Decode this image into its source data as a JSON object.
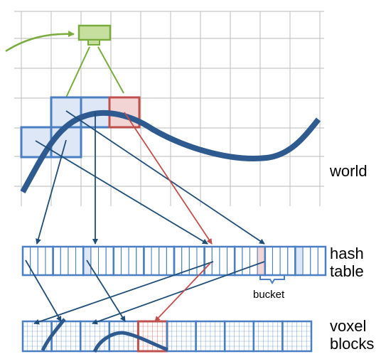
{
  "labels": {
    "world": "world",
    "hash_table": "hash\ntable",
    "bucket": "bucket",
    "voxel_blocks": "voxel\nblocks"
  },
  "colors": {
    "grid": "#c8c8c8",
    "blue_edge": "#4a7fc4",
    "blue_fill": "#dde7f6",
    "red_edge": "#c0504d",
    "red_fill": "#f3d4d4",
    "green_edge": "#7aab3d",
    "green_fill": "#c6df9f",
    "surface": "#2e5a8f",
    "arrow_blue": "#1f4e79",
    "arrow_red": "#c0504d",
    "arrow_green": "#7aab3d"
  },
  "hash_table": {
    "bucket_count": 10,
    "entries_per_bucket": 4,
    "highlighted_blue_entries": [
      {
        "bucket": 2,
        "entry": 0
      },
      {
        "bucket": 7,
        "entry": 3
      },
      {
        "bucket": 9,
        "entry": 0
      }
    ],
    "highlighted_red_entries": [
      {
        "bucket": 7,
        "entry": 3
      }
    ]
  },
  "voxel_blocks": {
    "block_count": 10,
    "red_block": 4
  }
}
